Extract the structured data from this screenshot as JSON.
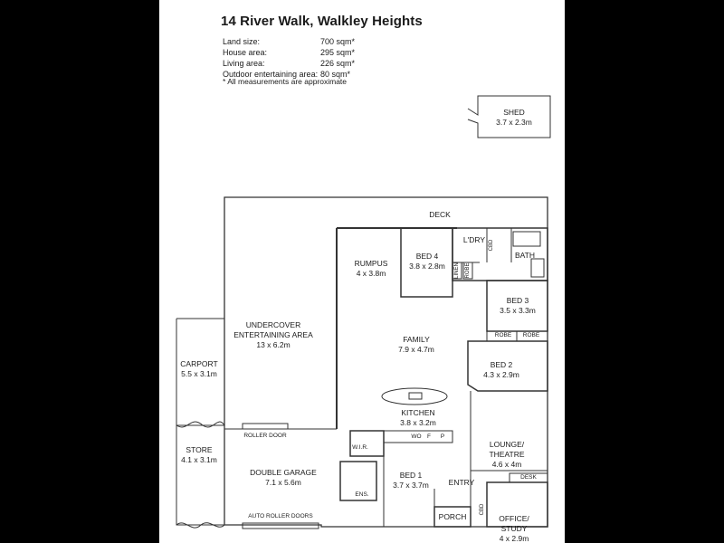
{
  "header": {
    "title": "14 River Walk, Walkley Heights",
    "facts": [
      {
        "label": "Land size:",
        "value": "700 sqm*"
      },
      {
        "label": "House area:",
        "value": "295 sqm*"
      },
      {
        "label": "Living area:",
        "value": "226 sqm*"
      },
      {
        "label": "Outdoor entertaining area:",
        "value": "80 sqm*"
      }
    ],
    "note": "* All measurements are approximate"
  },
  "rooms": {
    "shed": {
      "name": "SHED",
      "size": "3.7 x 2.3m"
    },
    "deck": {
      "name": "DECK"
    },
    "rumpus": {
      "name": "RUMPUS",
      "size": "4 x 3.8m"
    },
    "bed4": {
      "name": "BED 4",
      "size": "3.8 x 2.8m"
    },
    "ldry": {
      "name": "L'DRY"
    },
    "bath": {
      "name": "BATH"
    },
    "bed3": {
      "name": "BED 3",
      "size": "3.5 x 3.3m"
    },
    "undercover": {
      "name": "UNDERCOVER\nENTERTAINING AREA",
      "size": "13 x 6.2m"
    },
    "family": {
      "name": "FAMILY",
      "size": "7.9 x 4.7m"
    },
    "bed2": {
      "name": "BED 2",
      "size": "4.3 x 2.9m"
    },
    "carport": {
      "name": "CARPORT",
      "size": "5.5 x 3.1m"
    },
    "kitchen": {
      "name": "KITCHEN",
      "size": "3.8 x 3.2m"
    },
    "lounge": {
      "name": "LOUNGE/\nTHEATRE",
      "size": "4.6 x 4m"
    },
    "store": {
      "name": "STORE",
      "size": "4.1 x 3.1m"
    },
    "garage": {
      "name": "DOUBLE GARAGE",
      "size": "7.1 x 5.6m"
    },
    "bed1": {
      "name": "BED 1",
      "size": "3.7 x 3.7m"
    },
    "entry": {
      "name": "ENTRY"
    },
    "porch": {
      "name": "PORCH"
    },
    "office": {
      "name": "OFFICE/\nSTUDY",
      "size": "4 x 2.9m"
    },
    "ens": {
      "name": "ENS."
    },
    "wir": {
      "name": "W.I.R."
    }
  },
  "fixtures": {
    "robe_left": "ROBE",
    "robe_right": "ROBE",
    "roller_door": "ROLLER DOOR",
    "auto_roller_doors": "AUTO ROLLER DOORS",
    "desk": "DESK",
    "wo": "WO",
    "f": "F",
    "p": "P",
    "cbd1": "CBD",
    "cbd2": "CBD",
    "linen": "LINEN",
    "robe_v": "ROBE"
  }
}
